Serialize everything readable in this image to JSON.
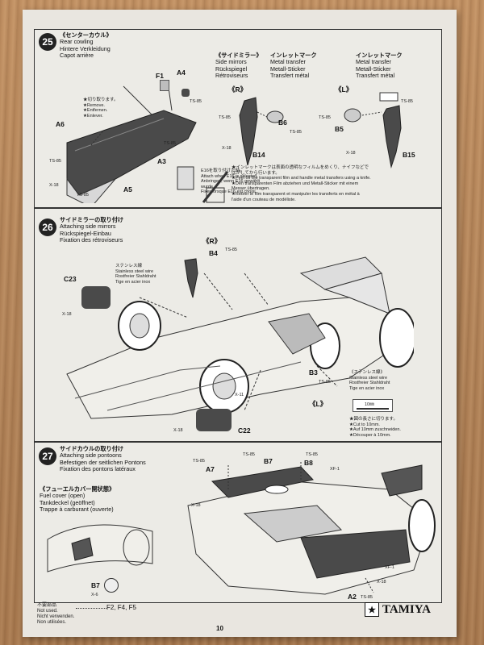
{
  "step25": {
    "num": "25",
    "title": [
      "《センターカウル》",
      "Rear cowling",
      "Hintere Verkleidung",
      "Capot arrière"
    ],
    "mirror_title": [
      "《サイドミラー》",
      "Side mirrors",
      "Rückspiegel",
      "Rétroviseurs"
    ],
    "transfer_left": [
      "インレットマーク",
      "Metal transfer",
      "Metall-Sticker",
      "Transfert métal"
    ],
    "transfer_right": [
      "インレットマーク",
      "Metal transfer",
      "Metall-Sticker",
      "Transfert métal"
    ],
    "cut_note": [
      "★切り取ります。",
      "★Remove.",
      "★Entfernen.",
      "★Enlever."
    ],
    "e16_note": [
      "E16を取り付けた時。",
      "Attach when E16 is selected.",
      "Anbringen, wenn E16 gewählt",
      "wurde.",
      "Fixer lorsque E16 est choisi."
    ],
    "transfer_note": [
      "★インレットマークは表面の透明なフィルムをめくり、ナイフなどで",
      "はがしてから行います。",
      "★Peel off the transparent film and handle metal transfers using a knife.",
      "★Den transparenten Film abziehen und Metall-Sticker mit einem",
      "Messer übertragen.",
      "★Retirer le film transparent et manipuler les transferts en métal à",
      "l'aide d'un couteau de modéliste."
    ],
    "labels": {
      "F1": "F1",
      "A4": "A4",
      "A6": "A6",
      "A3": "A3",
      "A5": "A5",
      "ts85": "TS-85",
      "x18": "X-18",
      "R": "《R》",
      "L": "《L》",
      "B6": "B6",
      "B14": "B14",
      "B5": "B5",
      "B15": "B15"
    }
  },
  "step26": {
    "num": "26",
    "title": [
      "サイドミラーの取り付け",
      "Attaching side mirrors",
      "Rückspiegel-Einbau",
      "Fixation des rétroviseurs"
    ],
    "wire_label": [
      "ステンレス線",
      "Stainless steel wire",
      "Rostfreier Stahldraht",
      "Tige en acier inox"
    ],
    "wire_box": [
      "《ステンレス線》",
      "Stainless steel wire",
      "Rostfreier Stahldraht",
      "Tige en acier inox"
    ],
    "cut_note": [
      "★図の長さに切ります。",
      "★Cut to 10mm.",
      "★Auf 10mm zuschneiden.",
      "★Découper à 10mm."
    ],
    "length": "10㎜",
    "labels": {
      "R": "《R》",
      "L": "《L》",
      "B4": "B4",
      "C23": "C23",
      "B3": "B3",
      "C22": "C22",
      "ts85": "TS-85",
      "x18": "X-18",
      "x11": "X-11"
    }
  },
  "step27": {
    "num": "27",
    "title": [
      "サイドカウルの取り付け",
      "Attaching side pontoons",
      "Befestigen der seitlichen Pontons",
      "Fixation des pontons latéraux"
    ],
    "fuel_title": [
      "《フューエルカバー開状態》",
      "Fuel cover (open)",
      "Tankdeckel (geöffnet)",
      "Trappe à carburant (ouverte)"
    ],
    "labels": {
      "A7": "A7",
      "B7": "B7",
      "B8": "B8",
      "A2": "A2",
      "ts85": "TS-85",
      "x18": "X-18",
      "xf1": "XF-1",
      "x6": "X-6"
    }
  },
  "footer": {
    "not_used": [
      "不要部品",
      "Not used.",
      "Nicht verwenden.",
      "Non utilisées."
    ],
    "parts": "F2, F4, F5",
    "brand": "TAMIYA",
    "page": "10"
  }
}
